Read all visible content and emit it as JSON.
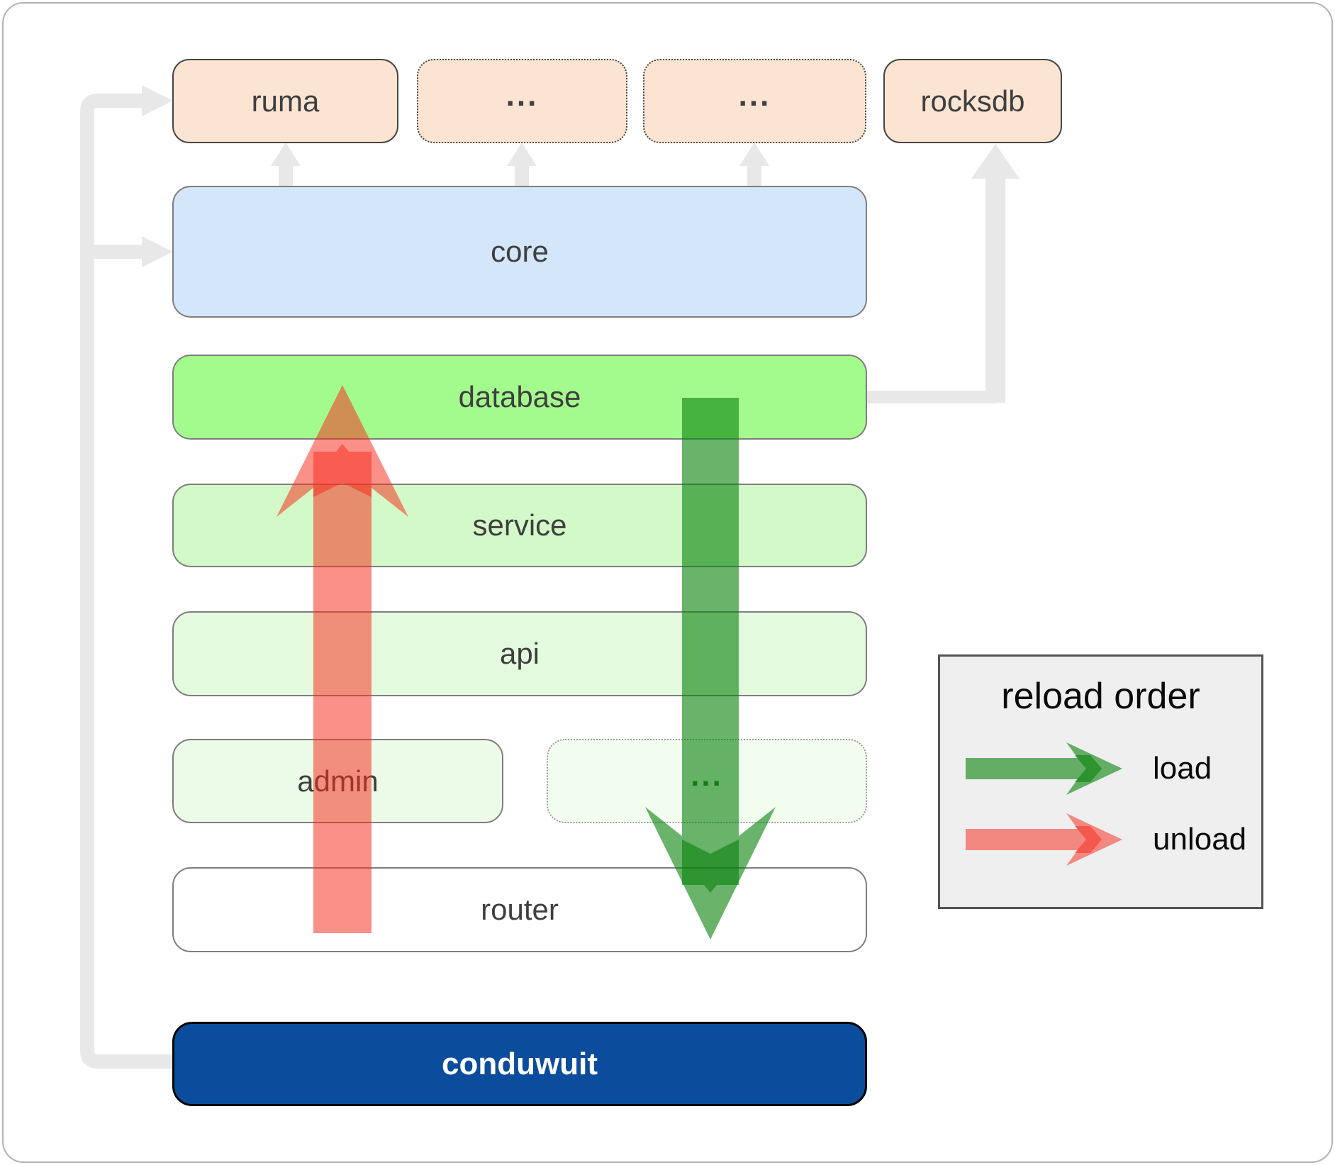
{
  "diagram": {
    "nodes": {
      "ruma": {
        "label": "ruma",
        "fill": "#fce4d3",
        "border": "solid"
      },
      "ellipsis_top_1": {
        "label": "...",
        "fill": "#fce4d3",
        "border": "dotted"
      },
      "ellipsis_top_2": {
        "label": "...",
        "fill": "#fce4d3",
        "border": "dotted"
      },
      "rocksdb": {
        "label": "rocksdb",
        "fill": "#fce4d3",
        "border": "solid"
      },
      "core": {
        "label": "core",
        "fill": "#d4e6fa",
        "border": "solid"
      },
      "database": {
        "label": "database",
        "fill": "#a4fb8d",
        "border": "solid"
      },
      "service": {
        "label": "service",
        "fill": "#d2f9c7",
        "border": "solid"
      },
      "api": {
        "label": "api",
        "fill": "#e4fade",
        "border": "solid"
      },
      "admin": {
        "label": "admin",
        "fill": "#ecfbe7",
        "border": "solid"
      },
      "ellipsis_admin": {
        "label": "...",
        "fill": "#f2fdef",
        "border": "dotted"
      },
      "router": {
        "label": "router",
        "fill": "#ffffff",
        "border": "solid"
      },
      "conduwuit": {
        "label": "conduwuit",
        "fill": "#0b4d9c",
        "border": "solid"
      }
    },
    "edges": [
      {
        "from": "conduwuit",
        "to": "ruma",
        "style": "gray"
      },
      {
        "from": "conduwuit",
        "to": "core",
        "style": "gray"
      },
      {
        "from": "core",
        "to": "ruma",
        "style": "gray"
      },
      {
        "from": "core",
        "to": "ellipsis_top_1",
        "style": "gray"
      },
      {
        "from": "core",
        "to": "ellipsis_top_2",
        "style": "gray"
      },
      {
        "from": "database",
        "to": "rocksdb",
        "style": "gray"
      },
      {
        "from": "database",
        "to": "router",
        "style": "load"
      },
      {
        "from": "router",
        "to": "database",
        "style": "unload"
      }
    ],
    "colors": {
      "load_arrow": "rgba(10,131,13,0.61)",
      "unload_arrow": "rgba(247,45,30,0.53)",
      "connector_gray": "#e8e8e8",
      "conduwuit_blue": "#0b4d9c",
      "core_blue": "#d4e6fa",
      "database_green": "#a4fb8d",
      "peach": "#fce4d3"
    }
  },
  "legend": {
    "title": "reload order",
    "items": [
      {
        "label": "load",
        "color": "#2e8b33"
      },
      {
        "label": "unload",
        "color": "#f25a4e"
      }
    ]
  }
}
